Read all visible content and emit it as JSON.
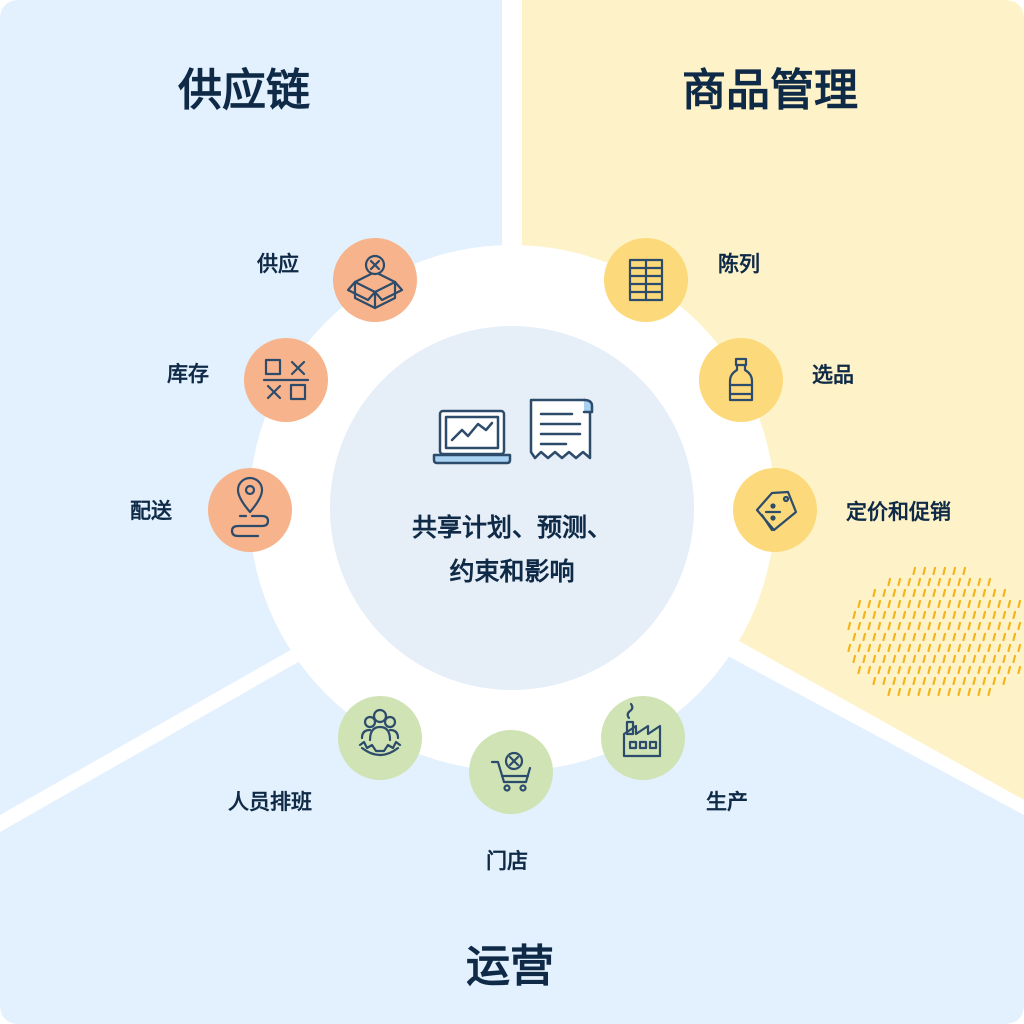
{
  "sections": {
    "supply_chain": "供应链",
    "merchandising": "商品管理",
    "operations": "运营"
  },
  "center": {
    "line1": "共享计划、预测、",
    "line2": "约束和影响",
    "icons": [
      "laptop-chart-icon",
      "receipt-icon"
    ]
  },
  "nodes": [
    {
      "label": "供应",
      "icon": "box-x-icon",
      "group": "supply_chain"
    },
    {
      "label": "库存",
      "icon": "inventory-grid-icon",
      "group": "supply_chain"
    },
    {
      "label": "配送",
      "icon": "map-pin-route-icon",
      "group": "supply_chain"
    },
    {
      "label": "陈列",
      "icon": "shelf-icon",
      "group": "merchandising"
    },
    {
      "label": "选品",
      "icon": "bottle-icon",
      "group": "merchandising"
    },
    {
      "label": "定价和促销",
      "icon": "price-tag-icon",
      "group": "merchandising"
    },
    {
      "label": "人员排班",
      "icon": "people-gear-icon",
      "group": "operations"
    },
    {
      "label": "门店",
      "icon": "cart-x-icon",
      "group": "operations"
    },
    {
      "label": "生产",
      "icon": "factory-icon",
      "group": "operations"
    }
  ],
  "colors": {
    "supply_bg": "#e3f0fd",
    "merch_bg": "#fef3c8",
    "ops_bg": "#e3f0fd",
    "ring": "#ffffff",
    "center_fill": "#e6eef8",
    "supply_node": "#f7b38b",
    "merch_node": "#fcd97a",
    "ops_node": "#cfe3b5",
    "text": "#0f2a47",
    "icon_stroke": "#2d4c6b",
    "dots": "#f3b41c"
  }
}
